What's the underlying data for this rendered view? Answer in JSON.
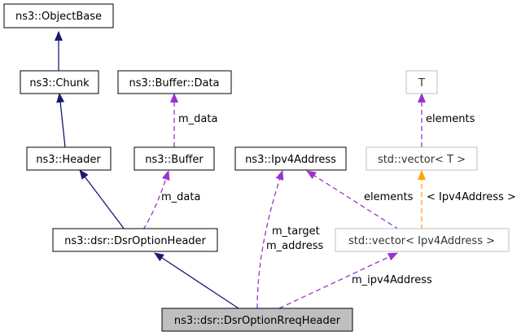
{
  "nodes": {
    "object_base": "ns3::ObjectBase",
    "chunk": "ns3::Chunk",
    "buffer_data": "ns3::Buffer::Data",
    "t": "T",
    "header": "ns3::Header",
    "buffer": "ns3::Buffer",
    "ipv4address": "ns3::Ipv4Address",
    "vector_t": "std::vector< T >",
    "dsr_option_header": "ns3::dsr::DsrOptionHeader",
    "vector_ipv4": "std::vector< Ipv4Address >",
    "dsr_option_rreq_header": "ns3::dsr::DsrOptionRreqHeader"
  },
  "edge_labels": {
    "m_data_1": "m_data",
    "elements_1": "elements",
    "m_data_2": "m_data",
    "elements_2": "elements",
    "tmpl_arg": "< Ipv4Address >",
    "m_target": "m_target",
    "m_address": "m_address",
    "m_ipv4address": "m_ipv4Address"
  },
  "colors": {
    "inheritance": "#191970",
    "usage": "#9a32cd",
    "template": "#ffa500",
    "focus_fill": "#bfbfbf",
    "muted_border": "#bfbfbf"
  }
}
